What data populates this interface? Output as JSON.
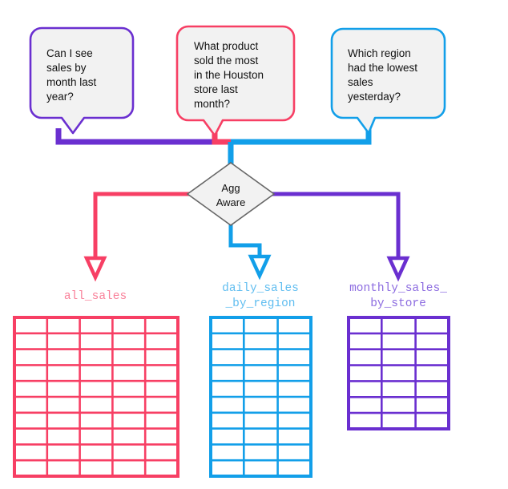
{
  "diagram": {
    "title": "Agg Aware routing diagram",
    "colors": {
      "purple": "#6A2FD0",
      "pink": "#F73F64",
      "blue": "#129FE9",
      "bubble_fill": "#F2F2F2",
      "diamond_fill": "#F2F2F2",
      "diamond_stroke": "#666666",
      "text": "#111111"
    },
    "questions": [
      {
        "id": "question-monthly",
        "color": "#6A2FD0",
        "lines": [
          "Can I see",
          "sales by",
          "month last",
          "year?"
        ]
      },
      {
        "id": "question-product",
        "color": "#F73F64",
        "lines": [
          "What product",
          "sold the most",
          "in the Houston",
          "store last",
          "month?"
        ]
      },
      {
        "id": "question-region",
        "color": "#129FE9",
        "lines": [
          "Which region",
          "had the lowest",
          "sales",
          "yesterday?"
        ]
      }
    ],
    "decision": {
      "id": "agg-aware-node",
      "lines": [
        "Agg",
        "Aware"
      ]
    },
    "tables": [
      {
        "id": "table-all-sales",
        "color": "#F73F64",
        "label_lines": [
          "all_sales"
        ],
        "columns": 5,
        "rows": 10
      },
      {
        "id": "table-daily-sales-by-region",
        "color": "#129FE9",
        "label_lines": [
          "daily_sales",
          "_by_region"
        ],
        "columns": 3,
        "rows": 10
      },
      {
        "id": "table-monthly-sales-by-store",
        "color": "#6A2FD0",
        "label_lines": [
          "monthly_sales_",
          "by_store"
        ],
        "columns": 3,
        "rows": 7
      }
    ]
  }
}
